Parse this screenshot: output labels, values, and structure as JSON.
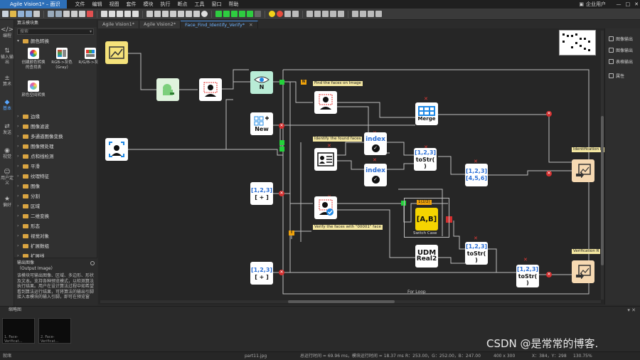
{
  "app": {
    "title": "Agile Vision1* – 面识",
    "menu": [
      "文件",
      "编辑",
      "视图",
      "套件",
      "模块",
      "执行",
      "断点",
      "工具",
      "窗口",
      "帮助"
    ],
    "user": "企业用户",
    "window_controls": [
      "—",
      "□",
      "✕"
    ]
  },
  "left_rail": [
    {
      "icon": "</>",
      "label": "编程"
    },
    {
      "icon": "⇅",
      "label": "输入输出"
    },
    {
      "icon": "±",
      "label": "算术"
    },
    {
      "icon": "◆",
      "label": "基本"
    },
    {
      "icon": "⇄",
      "label": "发送"
    },
    {
      "icon": "◉",
      "label": "视觉"
    },
    {
      "icon": "☺",
      "label": "用户定义"
    },
    {
      "icon": "★",
      "label": "偏好"
    }
  ],
  "left_panel": {
    "title": "算法模块集",
    "search_placeholder": "搜索",
    "color_group": "颜色转换",
    "color_tools": [
      "创建颜色转换的查找表",
      "RGB->灰色（Gray）",
      "R/G/B->灰色",
      "颜色空间转换"
    ],
    "tree": [
      "边缘",
      "图像滤波",
      "多通道图像变换",
      "图像预处理",
      "点和线检测",
      "平滑",
      "纹理特征",
      "图像",
      "分割",
      "区域",
      "二维变换",
      "形态",
      "视觉对象",
      "扩展数组",
      "扩展线"
    ]
  },
  "info": {
    "title": "输出图像",
    "subtitle": "（Output Image）",
    "body": "该模块可输出图像、区域、多边形、形状及文本。支持各种预览模式，以检测算法执行结果。用户在设计算法过程中如希望看到算法运行结果，可将算法的输出引脚接入本模块的输入引脚，即可在预览窗"
  },
  "tabs": [
    {
      "label": "Agile Vision1*",
      "active": false
    },
    {
      "label": "Agile Vision2*",
      "active": false
    },
    {
      "label": "Face_Find_Identify_Verify*",
      "active": true
    }
  ],
  "canvas": {
    "annotations": {
      "find_faces": "Find the faces on Image",
      "identify_faces": "Identify the found faces",
      "verify_faces": "Verify the faces with \"00001\" face",
      "identification": "Identification R",
      "verification": "Verification R",
      "switch_case_port": "1(2/2)",
      "for_loop": "For Loop"
    },
    "nodes": {
      "eye_label": "N",
      "new_label": "New",
      "merge_label": "Merge",
      "index_label": "index",
      "array_label": "[1,2,3]",
      "array2_label": "[4,5,6]",
      "plus_label": "[ + ]",
      "tostr_label": "toStr( )",
      "ab_label": "[A,B]",
      "switch_case_label": "Switch Case",
      "udm_label": "UDM",
      "real2_label": "Real2",
      "n_port": "N",
      "i_port": "I"
    }
  },
  "right_panel": [
    "图像输出",
    "图像输出",
    "表格输出",
    "属性"
  ],
  "thumbnails": {
    "title": "缩略图",
    "items": [
      "1. Face-Verificat...",
      "2. Face-Verificat..."
    ]
  },
  "status": {
    "ready": "就绪",
    "file": "part11.jpg",
    "total_time": "总运行时间 = 69.96 ms，模块运行时间 = 18.37 ms",
    "rgb": "R：253.00，G：252.00，B：247.00",
    "size": "400 x 300",
    "coords": "X：384，Y：298",
    "zoom": "130.75%"
  },
  "watermark": "CSDN @是常常的博客."
}
